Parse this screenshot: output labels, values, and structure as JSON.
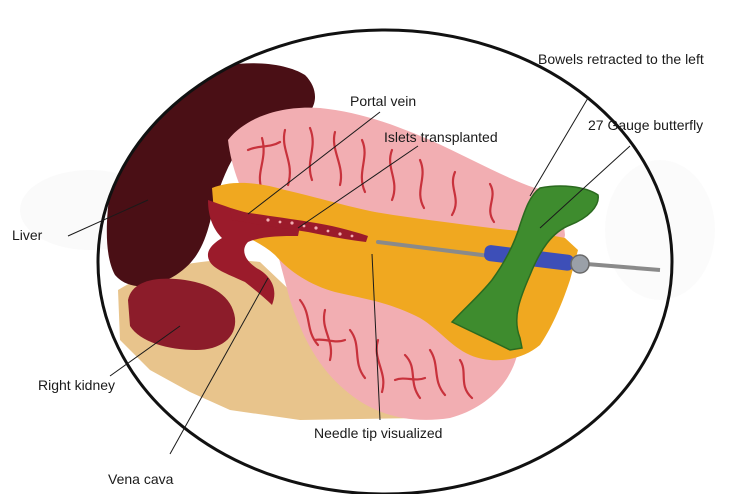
{
  "labels": {
    "liver": "Liver",
    "right_kidney": "Right kidney",
    "vena_cava": "Vena cava",
    "portal_vein": "Portal vein",
    "islets_transplanted": "Islets transplanted",
    "needle_tip": "Needle tip visualized",
    "bowels": "Bowels retracted to the left",
    "butterfly": "27 Gauge butterfly"
  },
  "colors": {
    "liver": "#4a0f15",
    "kidney": "#8c1c2a",
    "vessel": "#9b1b2b",
    "bowel": "#f2aeb2",
    "bowel_vessels": "#c8323c",
    "fat": "#f0a820",
    "retroperitoneum": "#e8c48c",
    "butterfly": "#3e8c2e",
    "needle_hub": "#3d4fb8",
    "needle": "#8a8a8a"
  }
}
